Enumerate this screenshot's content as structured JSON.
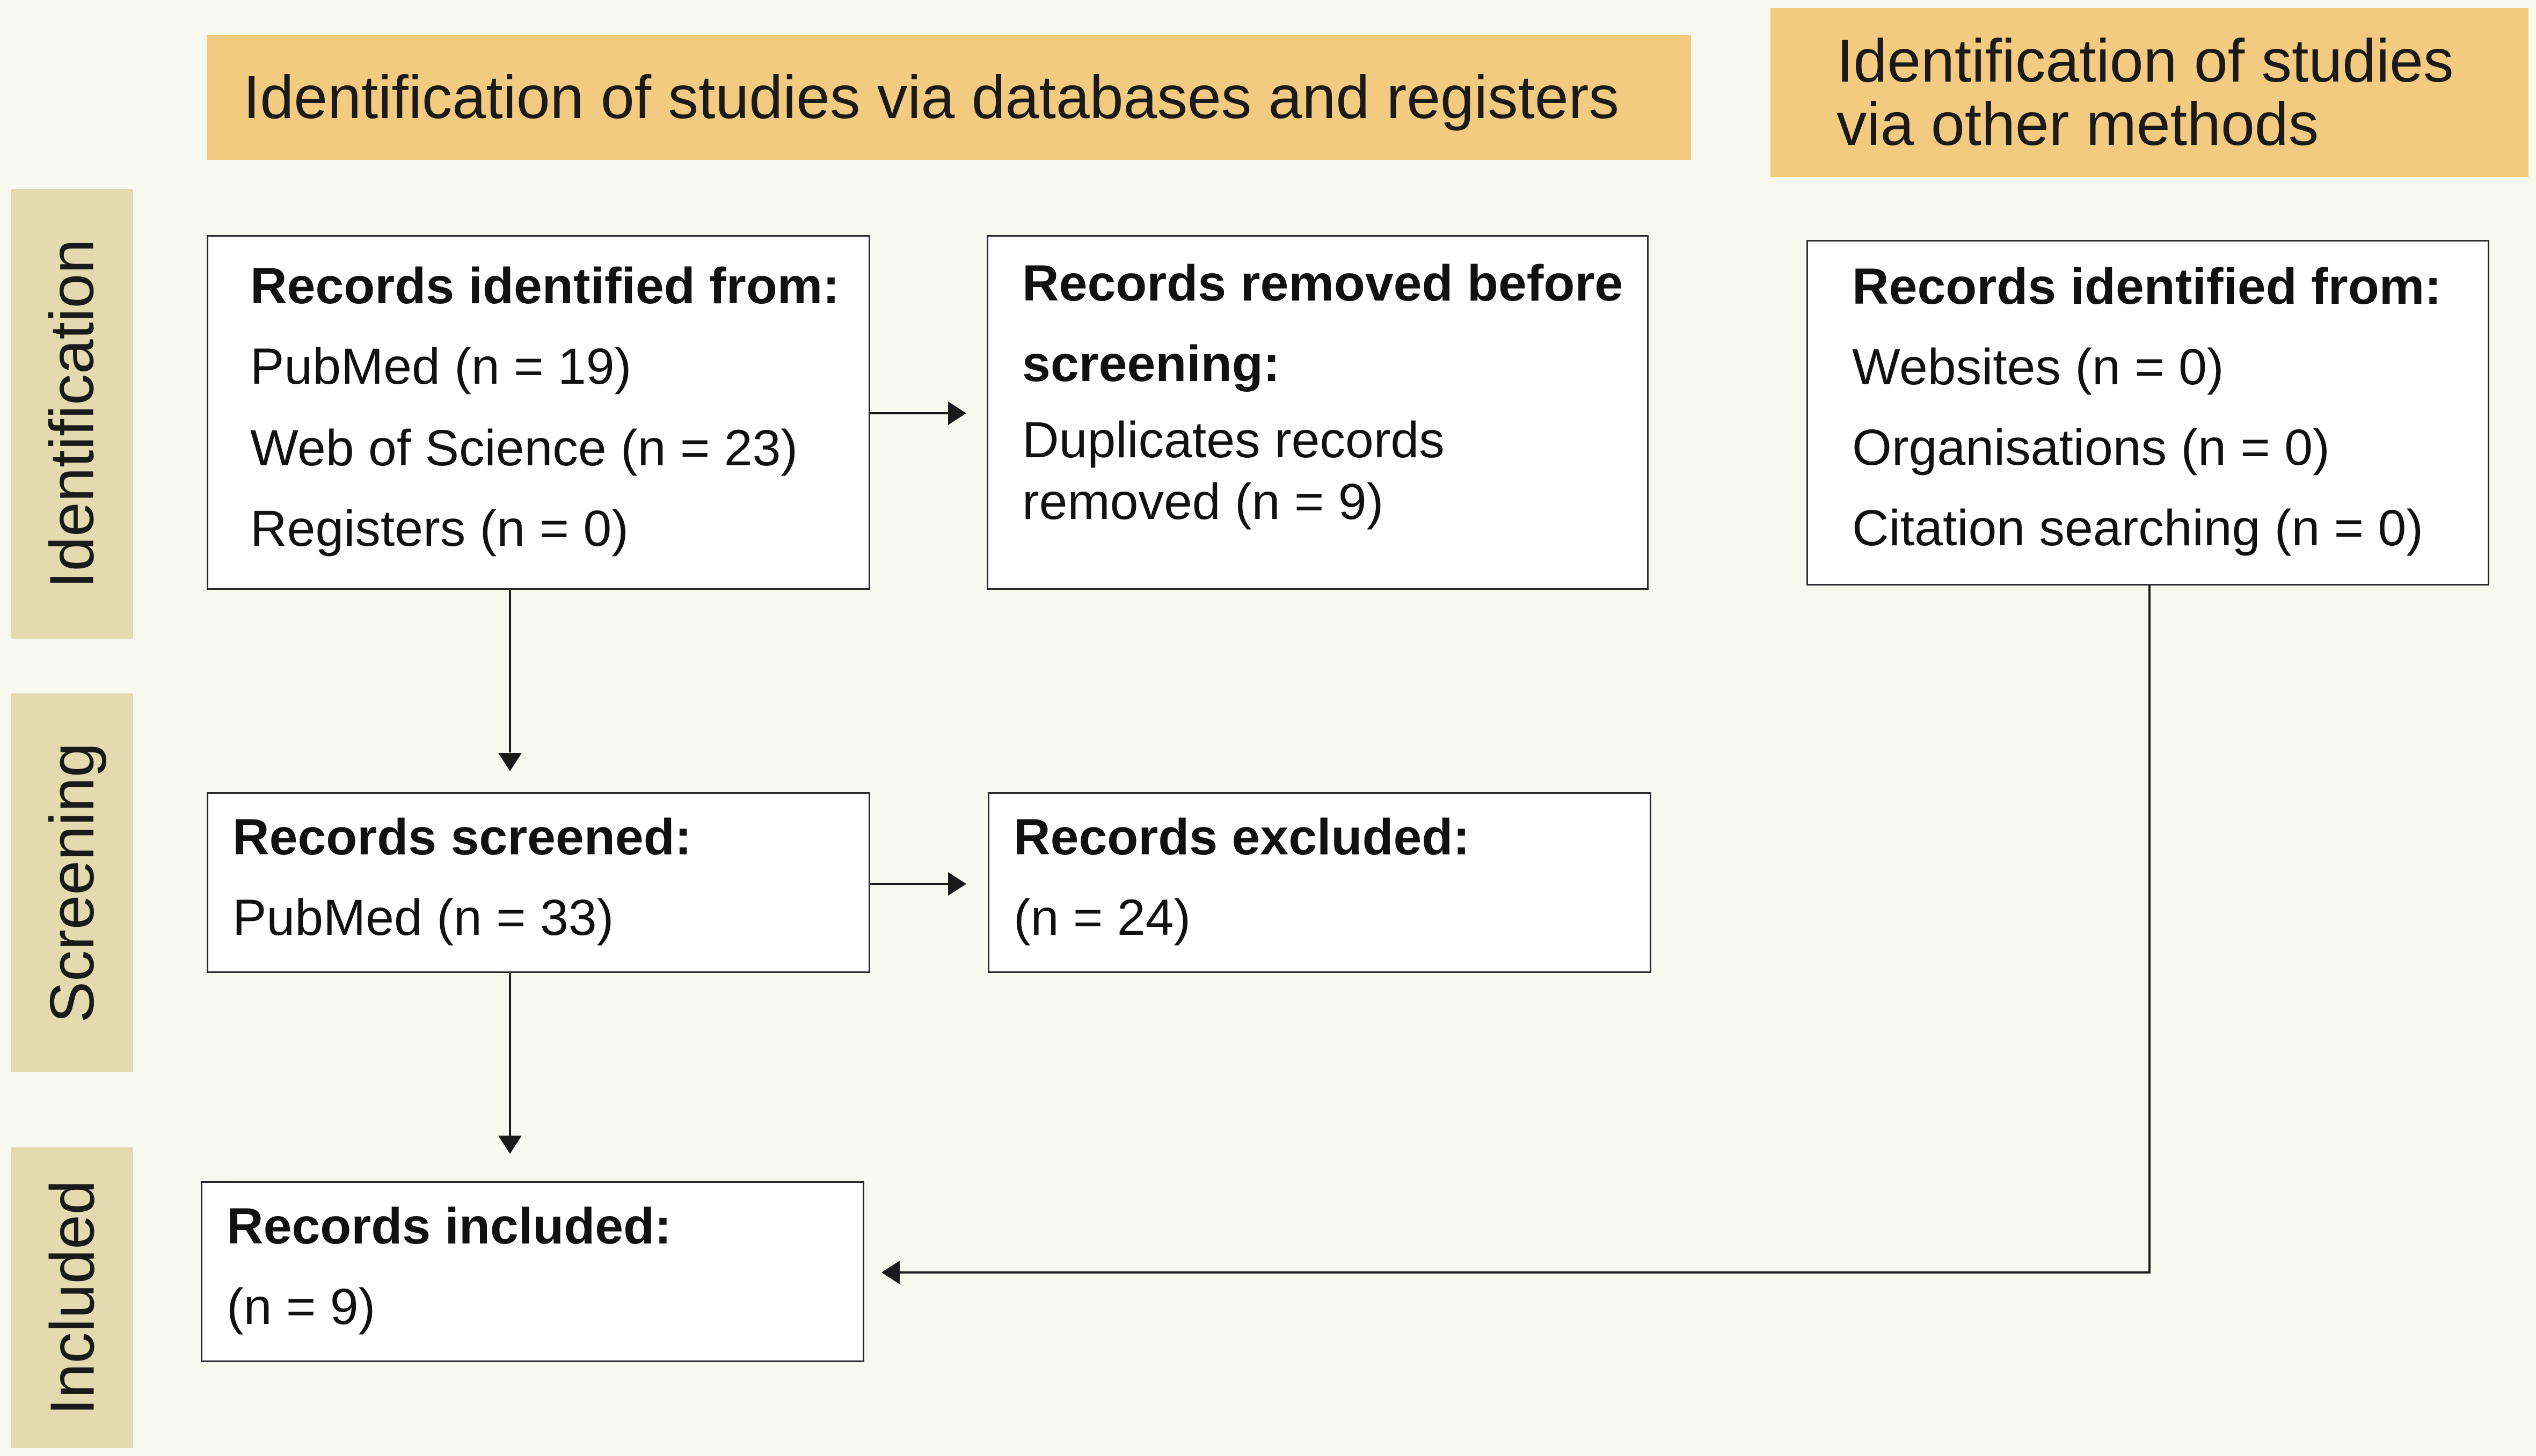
{
  "headers": {
    "databases": "Identification of studies via databases and registers",
    "other_line1": "Identification of studies",
    "other_line2": "via other methods"
  },
  "phases": {
    "identification": "Identification",
    "screening": "Screening",
    "included": "Included"
  },
  "boxes": {
    "db_identified": {
      "title": "Records identified from:",
      "lines": [
        "PubMed (n = 19)",
        "Web of Science (n = 23)",
        "Registers (n = 0)"
      ]
    },
    "removed": {
      "title_line1": "Records removed before",
      "title_line2": "screening:",
      "lines": [
        "Duplicates records",
        "removed (n = 9)"
      ]
    },
    "other_identified": {
      "title": "Records identified from:",
      "lines": [
        "Websites (n = 0)",
        "Organisations (n = 0)",
        "Citation searching (n = 0)"
      ]
    },
    "screened": {
      "title": "Records screened:",
      "lines": [
        "PubMed (n = 33)"
      ]
    },
    "excluded": {
      "title": "Records excluded:",
      "lines": [
        "(n = 24)"
      ]
    },
    "included": {
      "title": "Records included:",
      "lines": [
        "(n = 9)"
      ]
    }
  },
  "colors": {
    "header_bg": "#f2cb80",
    "phase_bg": "#e3dbaf",
    "background": "#f7f8ee",
    "box_border": "#2b2b2b"
  }
}
